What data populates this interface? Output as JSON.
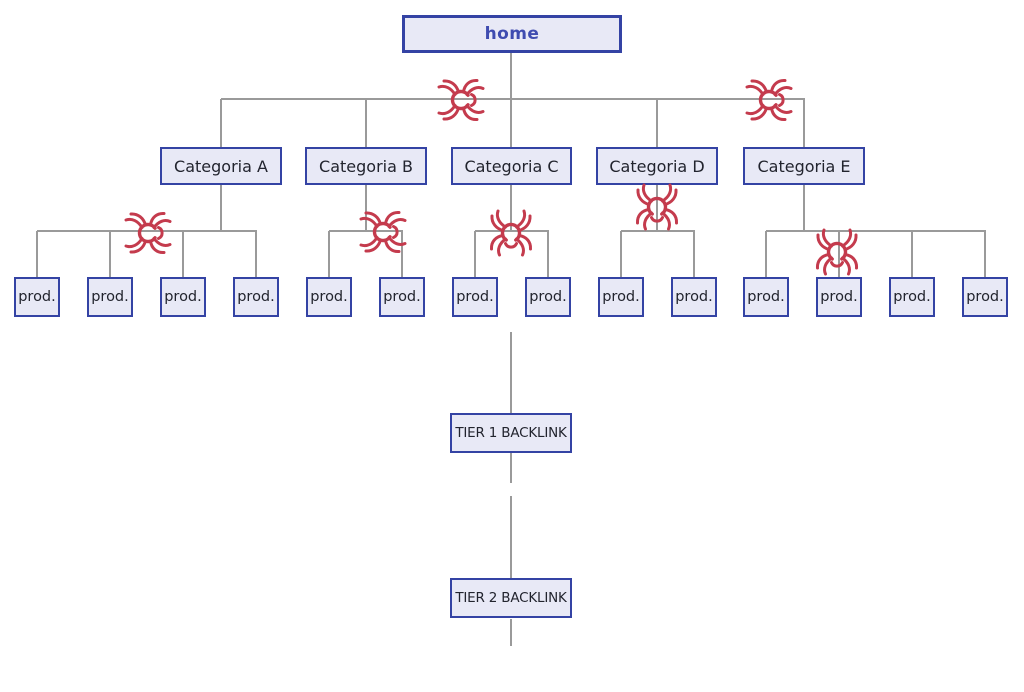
{
  "palette": {
    "box_fill": "#e8e9f6",
    "box_border": "#3443a4",
    "connector": "#9a9a9a",
    "spider": "#c43b4d",
    "home_text": "#3f4cb0",
    "label_text": "#22242e",
    "page_bg": "#ffffff"
  },
  "sitemap": {
    "home": {
      "label": "home"
    },
    "categories": [
      {
        "label": "Categoria A",
        "products": [
          "prod.",
          "prod.",
          "prod.",
          "prod."
        ]
      },
      {
        "label": "Categoria B",
        "products": [
          "prod.",
          "prod."
        ]
      },
      {
        "label": "Categoria C",
        "products": [
          "prod.",
          "prod."
        ]
      },
      {
        "label": "Categoria D",
        "products": [
          "prod.",
          "prod."
        ]
      },
      {
        "label": "Categoria E",
        "products": [
          "prod.",
          "prod.",
          "prod.",
          "prod."
        ]
      }
    ],
    "backlink_tiers": [
      {
        "label": "TIER 1 BACKLINK"
      },
      {
        "label": "TIER 2 BACKLINK"
      }
    ],
    "icons": {
      "spider": {
        "name": "spider-crawler-icon",
        "color": "#c43b4d",
        "count": 7
      }
    }
  }
}
